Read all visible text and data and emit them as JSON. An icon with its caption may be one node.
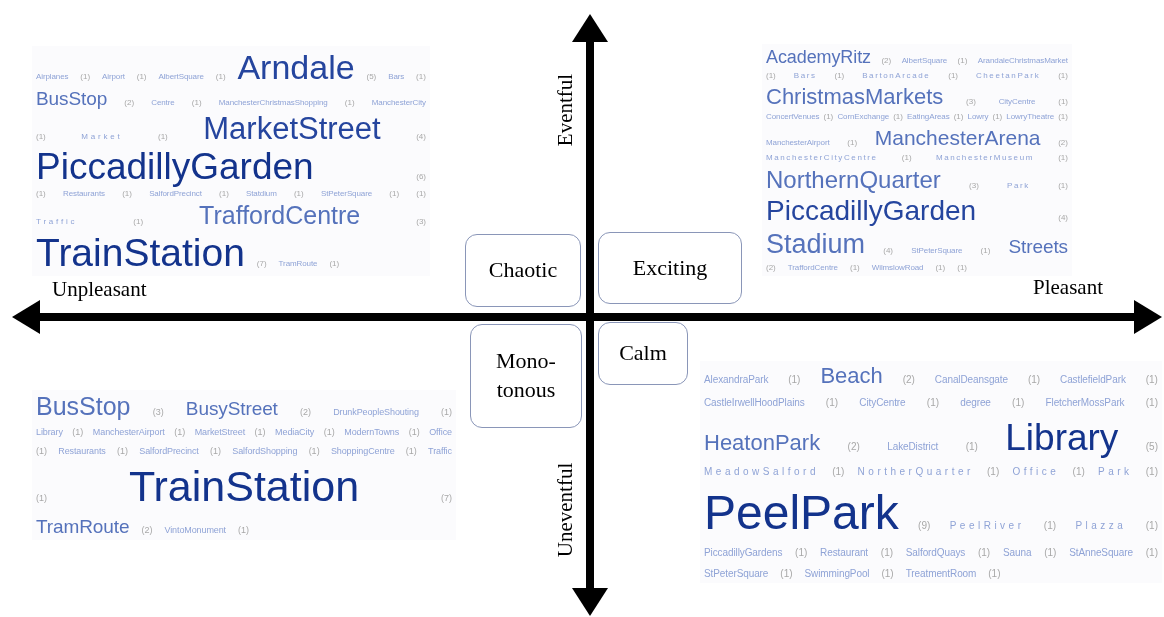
{
  "diagram": {
    "nodes": [
      {
        "text": [
          "Airplanes",
          "(1)",
          "Airport",
          "(1)",
          "AlbertSquare",
          "(1)",
          "Arndale",
          "(5)",
          "Bars",
          "(1)",
          "BusStop",
          "(2)",
          "Centre",
          "(1)",
          "ManchesterChristmasShopping",
          "(1)",
          "ManchesterCity",
          "(1)",
          "Market",
          "(1)",
          "MarketStreet",
          "(4)",
          "PiccadillyGarden",
          "(6)",
          "(1)",
          "Restaurants",
          "(1)",
          "SalfordPrecinct",
          "(1)",
          "Statdium",
          "(1)",
          "StPeterSquare",
          "(1)",
          "(1)",
          "Traffic",
          "(1)",
          "TraffordCentre",
          "(3)",
          "TrainStation",
          "(7)",
          "TramRoute",
          "(1)"
        ]
      },
      {
        "text": [
          "AcademyRitz",
          "(2)",
          "AlbertSquare",
          "(1)",
          "ArandaleChristmasMarket",
          "(1)",
          "Bars",
          "(1)",
          "BartonArcade",
          "(1)",
          "CheetanPark",
          "(1)",
          "ChristmasMarkets",
          "(3)",
          "CityCentre",
          "(1)",
          "ConcertVenues",
          "(1)",
          "CornExchange",
          "(1)",
          "EatingAreas",
          "(1)",
          "Lowry",
          "(1)",
          "LowryTheatre",
          "(1)",
          "ManchesterAirport",
          "(1)",
          "ManchesterArena",
          "(2)",
          "ManchesterCityCentre",
          "(1)",
          "ManchesterMuseum",
          "(1)",
          "NorthernQuarter",
          "(3)",
          "Park",
          "(1)",
          "PiccadillyGarden",
          "(4)",
          "Stadium",
          "(4)",
          "StPeterSquare",
          "(1)",
          "Streets",
          "(2)",
          "TraffordCentre",
          "(1)",
          "WilmslowRoad",
          "(1)",
          "(1)"
        ]
      },
      {
        "text": [
          "Chaotic"
        ]
      },
      {
        "text": [
          "Exciting"
        ]
      },
      {
        "text": [
          "Mono- tonous"
        ]
      },
      {
        "text": [
          "Calm"
        ]
      },
      {
        "text": [
          "BusStop",
          "(3)",
          "BusyStreet",
          "(2)",
          "DrunkPeopleShouting",
          "(1)",
          "Library",
          "(1)",
          "ManchesterAirport",
          "(1)",
          "MarketStreet",
          "(1)",
          "MediaCity",
          "(1)",
          "ModernTowns",
          "(1)",
          "Office",
          "(1)",
          "Restaurants",
          "(1)",
          "SalfordPrecinct",
          "(1)",
          "SalfordShopping",
          "(1)",
          "ShoppingCentre",
          "(1)",
          "Traffic",
          "(1)",
          "TrainStation",
          "(7)",
          "TramRoute",
          "(2)",
          "VintoMonument",
          "(1)"
        ]
      },
      {
        "text": [
          "AlexandraPark",
          "(1)",
          "Beach",
          "(2)",
          "CanalDeansgate",
          "(1)",
          "CastlefieldPark",
          "(1)",
          "CastleIrwellHoodPlains",
          "(1)",
          "CityCentre",
          "(1)",
          "degree",
          "(1)",
          "FletcherMossPark",
          "(1)",
          "HeatonPark",
          "(2)",
          "LakeDistrict",
          "(1)",
          "Library",
          "(5)",
          "MeadowSalford",
          "(1)",
          "NortherQuarter",
          "(1)",
          "Office",
          "(1)",
          "Park",
          "(1)",
          "PeelPark",
          "(9)",
          "PeelRiver",
          "(1)",
          "Plazza",
          "(1)",
          "PiccadillyGardens",
          "(1)",
          "Restaurant",
          "(1)",
          "SalfordQuays",
          "(1)",
          "Sauna",
          "(1)",
          "StAnneSquare",
          "(1)",
          "StPeterSquare",
          "(1)",
          "SwimmingPool",
          "(1)",
          "TreatmentRoom",
          "(1)"
        ]
      }
    ],
    "labels": [
      "Eventful",
      "Unpleasant",
      "Pleasant",
      "Uneventful"
    ]
  }
}
